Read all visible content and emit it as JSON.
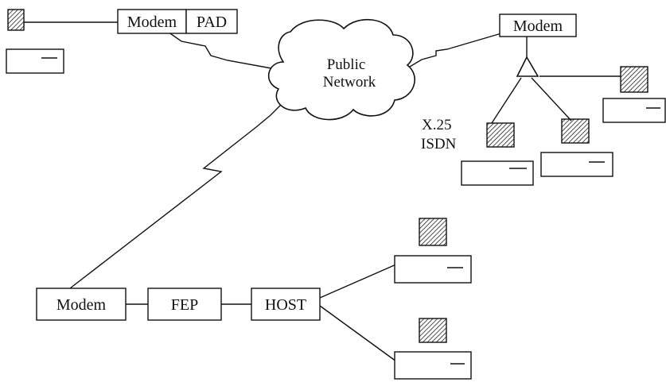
{
  "diagram": {
    "cloud": {
      "line1": "Public",
      "line2": "Network"
    },
    "protocol": {
      "line1": "X.25",
      "line2": "ISDN"
    },
    "remote_site_left": {
      "modem": "Modem",
      "pad": "PAD"
    },
    "remote_site_right": {
      "modem": "Modem"
    },
    "host_site": {
      "modem": "Modem",
      "fep": "FEP",
      "host": "HOST"
    }
  },
  "colors": {
    "ink": "#111111",
    "background": "#ffffff",
    "hatch": "#222222"
  }
}
